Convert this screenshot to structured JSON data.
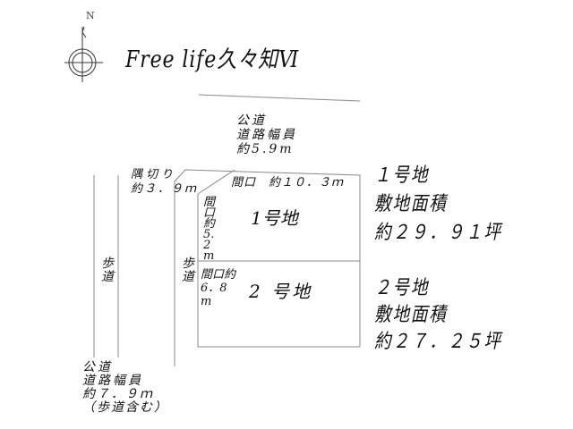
{
  "title": "Free life久々知Ⅵ",
  "compass": {
    "label": "N"
  },
  "north_road": {
    "line1": "公道",
    "line2": "道路幅員",
    "line3": "約5.9m"
  },
  "west_road": {
    "line1": "公道",
    "line2": "道路幅員",
    "line3": "約７．９ｍ",
    "line4": "（歩道含む）"
  },
  "sidewalk_labels": [
    "歩道",
    "歩道"
  ],
  "corner_cut": {
    "line1": "隅切り",
    "line2": "約３．９ｍ"
  },
  "frontage_north": "間口　約１０．３ｍ",
  "frontage_lot1": "間口約5.2m",
  "frontage_lot2": "間口約6．8m",
  "lots": [
    {
      "name": "1号地",
      "label": "１号地",
      "area_label": "敷地面積",
      "area": "約２９．９１坪"
    },
    {
      "name": "2 号地",
      "label": "２号地",
      "area_label": "敷地面積",
      "area": "約２７．２５坪"
    }
  ]
}
